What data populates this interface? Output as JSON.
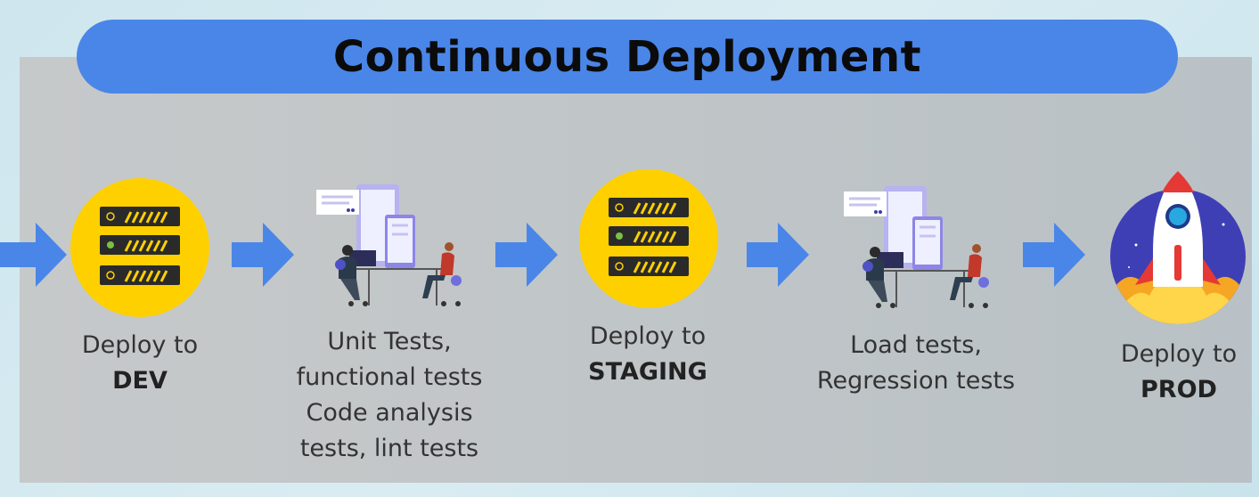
{
  "title": "Continuous Deployment",
  "stages": [
    {
      "line1": "Deploy to",
      "line2": "DEV"
    },
    {
      "lines": [
        "Unit Tests,",
        "functional tests",
        "Code analysis",
        "tests, lint tests"
      ]
    },
    {
      "line1": "Deploy to",
      "line2": "STAGING"
    },
    {
      "lines": [
        "Load tests,",
        "Regression tests"
      ]
    },
    {
      "line1": "Deploy to",
      "line2": "PROD"
    }
  ],
  "icons": [
    "server-stack-icon",
    "team-testing-icon",
    "server-stack-icon",
    "team-testing-icon",
    "rocket-icon"
  ],
  "colors": {
    "accent": "#4a86e8",
    "server_circle": "#ffd000",
    "arrow": "#4a86e8",
    "panel": "#c2c6c8"
  }
}
